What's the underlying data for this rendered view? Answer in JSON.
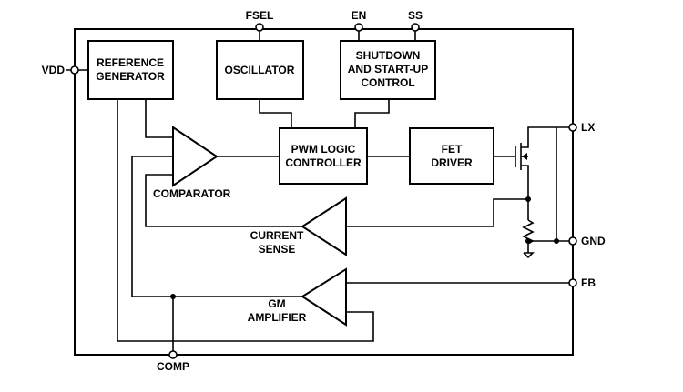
{
  "blocks": {
    "reference_generator": [
      "REFERENCE",
      "GENERATOR"
    ],
    "oscillator": "OSCILLATOR",
    "shutdown": [
      "SHUTDOWN",
      "AND START-UP",
      "CONTROL"
    ],
    "pwm": [
      "PWM LOGIC",
      "CONTROLLER"
    ],
    "fet_driver": [
      "FET",
      "DRIVER"
    ],
    "comparator": "COMPARATOR",
    "current_sense": [
      "CURRENT",
      "SENSE"
    ],
    "gm_amplifier": [
      "GM",
      "AMPLIFIER"
    ]
  },
  "pins": {
    "vdd": "VDD",
    "fsel": "FSEL",
    "en": "EN",
    "ss": "SS",
    "lx": "LX",
    "gnd": "GND",
    "fb": "FB",
    "comp": "COMP"
  }
}
